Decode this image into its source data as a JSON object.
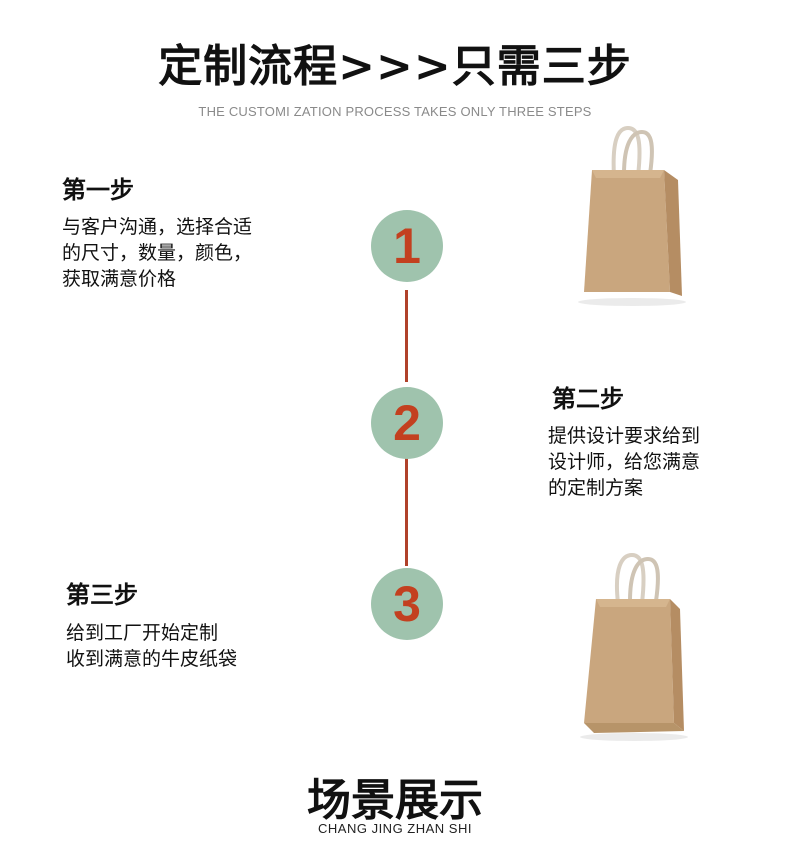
{
  "header": {
    "title": "定制流程>>>只需三步",
    "subtitle": "THE CUSTOMI ZATION PROCESS TAKES ONLY THREE STEPS"
  },
  "steps": [
    {
      "number": "1",
      "title": "第一步",
      "description": "与客户沟通，选择合适\n的尺寸，数量，颜色，\n获取满意价格"
    },
    {
      "number": "2",
      "title": "第二步",
      "description": "提供设计要求给到\n设计师，给您满意\n的定制方案"
    },
    {
      "number": "3",
      "title": "第三步",
      "description": "给到工厂开始定制\n收到满意的牛皮纸袋"
    }
  ],
  "footer": {
    "title": "场景展示",
    "subtitle": "CHANG JING ZHAN SHI"
  },
  "colors": {
    "circle": "#9fc3ad",
    "number": "#c3401f",
    "connector": "#b0412a",
    "kraft": "#c9a67e"
  },
  "icons": [
    "kraft-paper-bag-icon",
    "kraft-paper-bag-icon"
  ]
}
